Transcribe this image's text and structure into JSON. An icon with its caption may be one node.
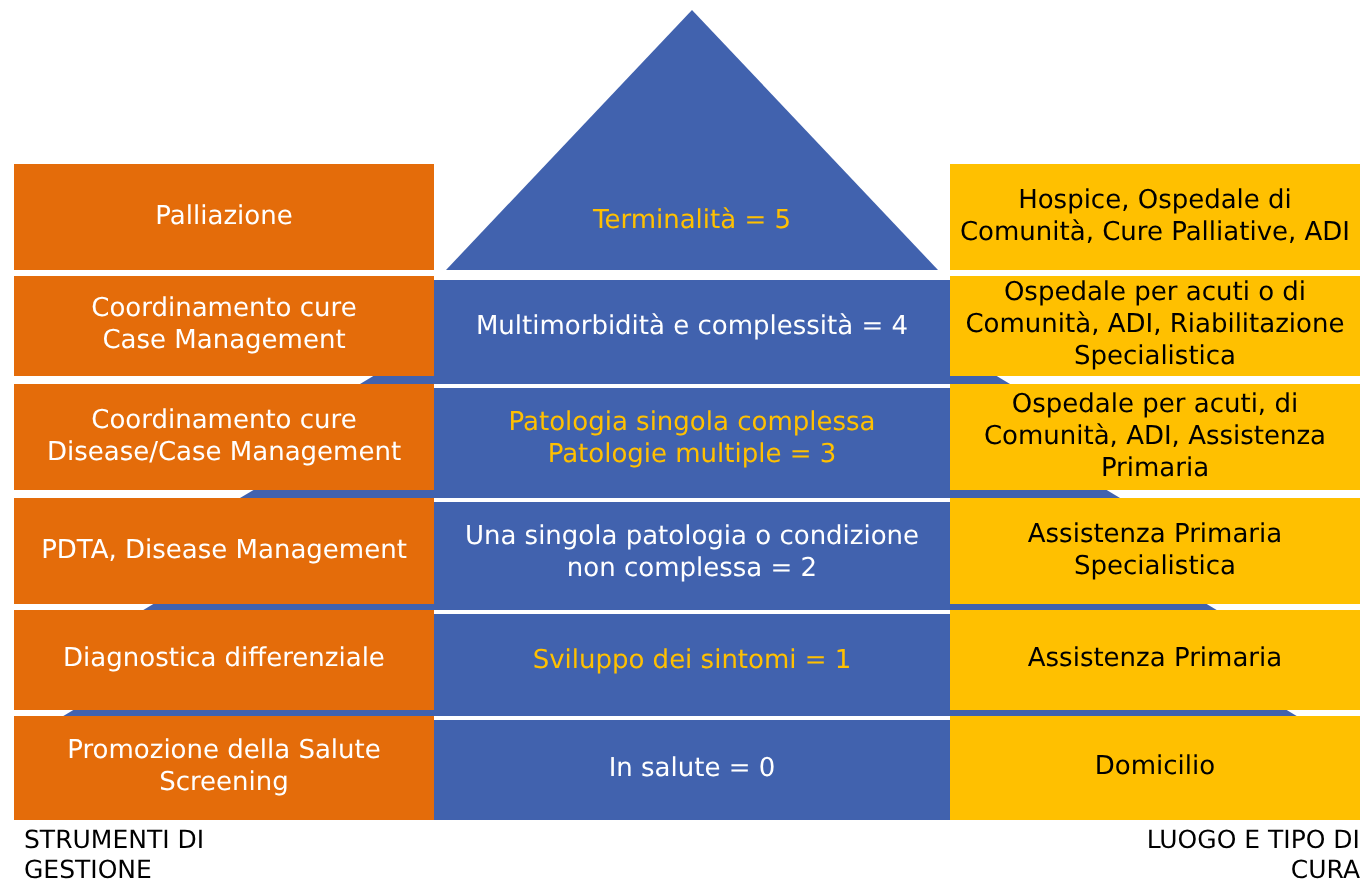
{
  "diagram": {
    "nodes": [
      {
        "text": [
          "Palliazione"
        ]
      },
      {
        "text": [
          "Terminalità = 5"
        ]
      },
      {
        "text": [
          "Hospice, Ospedale di Comunità, Cure Palliative, ADI"
        ]
      },
      {
        "text": [
          "Coordinamento cure",
          "Case Management"
        ]
      },
      {
        "text": [
          "Multimorbidità e complessità = 4"
        ]
      },
      {
        "text": [
          "Ospedale per acuti o di Comunità, ADI, Riabilitazione Specialistica"
        ]
      },
      {
        "text": [
          "Coordinamento cure",
          "Disease/Case Management"
        ]
      },
      {
        "text": [
          "Patologia singola complessa",
          "Patologie multiple = 3"
        ]
      },
      {
        "text": [
          "Ospedale per acuti, di Comunità, ADI, Assistenza Primaria"
        ]
      },
      {
        "text": [
          "PDTA, Disease Management"
        ]
      },
      {
        "text": [
          "Una singola patologia o condizione non complessa = 2"
        ]
      },
      {
        "text": [
          "Assistenza Primaria",
          "Specialistica"
        ]
      },
      {
        "text": [
          "Diagnostica differenziale"
        ]
      },
      {
        "text": [
          "Sviluppo dei sintomi = 1"
        ]
      },
      {
        "text": [
          "Assistenza Primaria"
        ]
      },
      {
        "text": [
          "Promozione della Salute",
          "Screening"
        ]
      },
      {
        "text": [
          "In salute = 0"
        ]
      },
      {
        "text": [
          "Domicilio"
        ]
      }
    ],
    "labels": [
      "STRUMENTI DI GESTIONE",
      "LUOGO E TIPO DI CURA"
    ]
  }
}
